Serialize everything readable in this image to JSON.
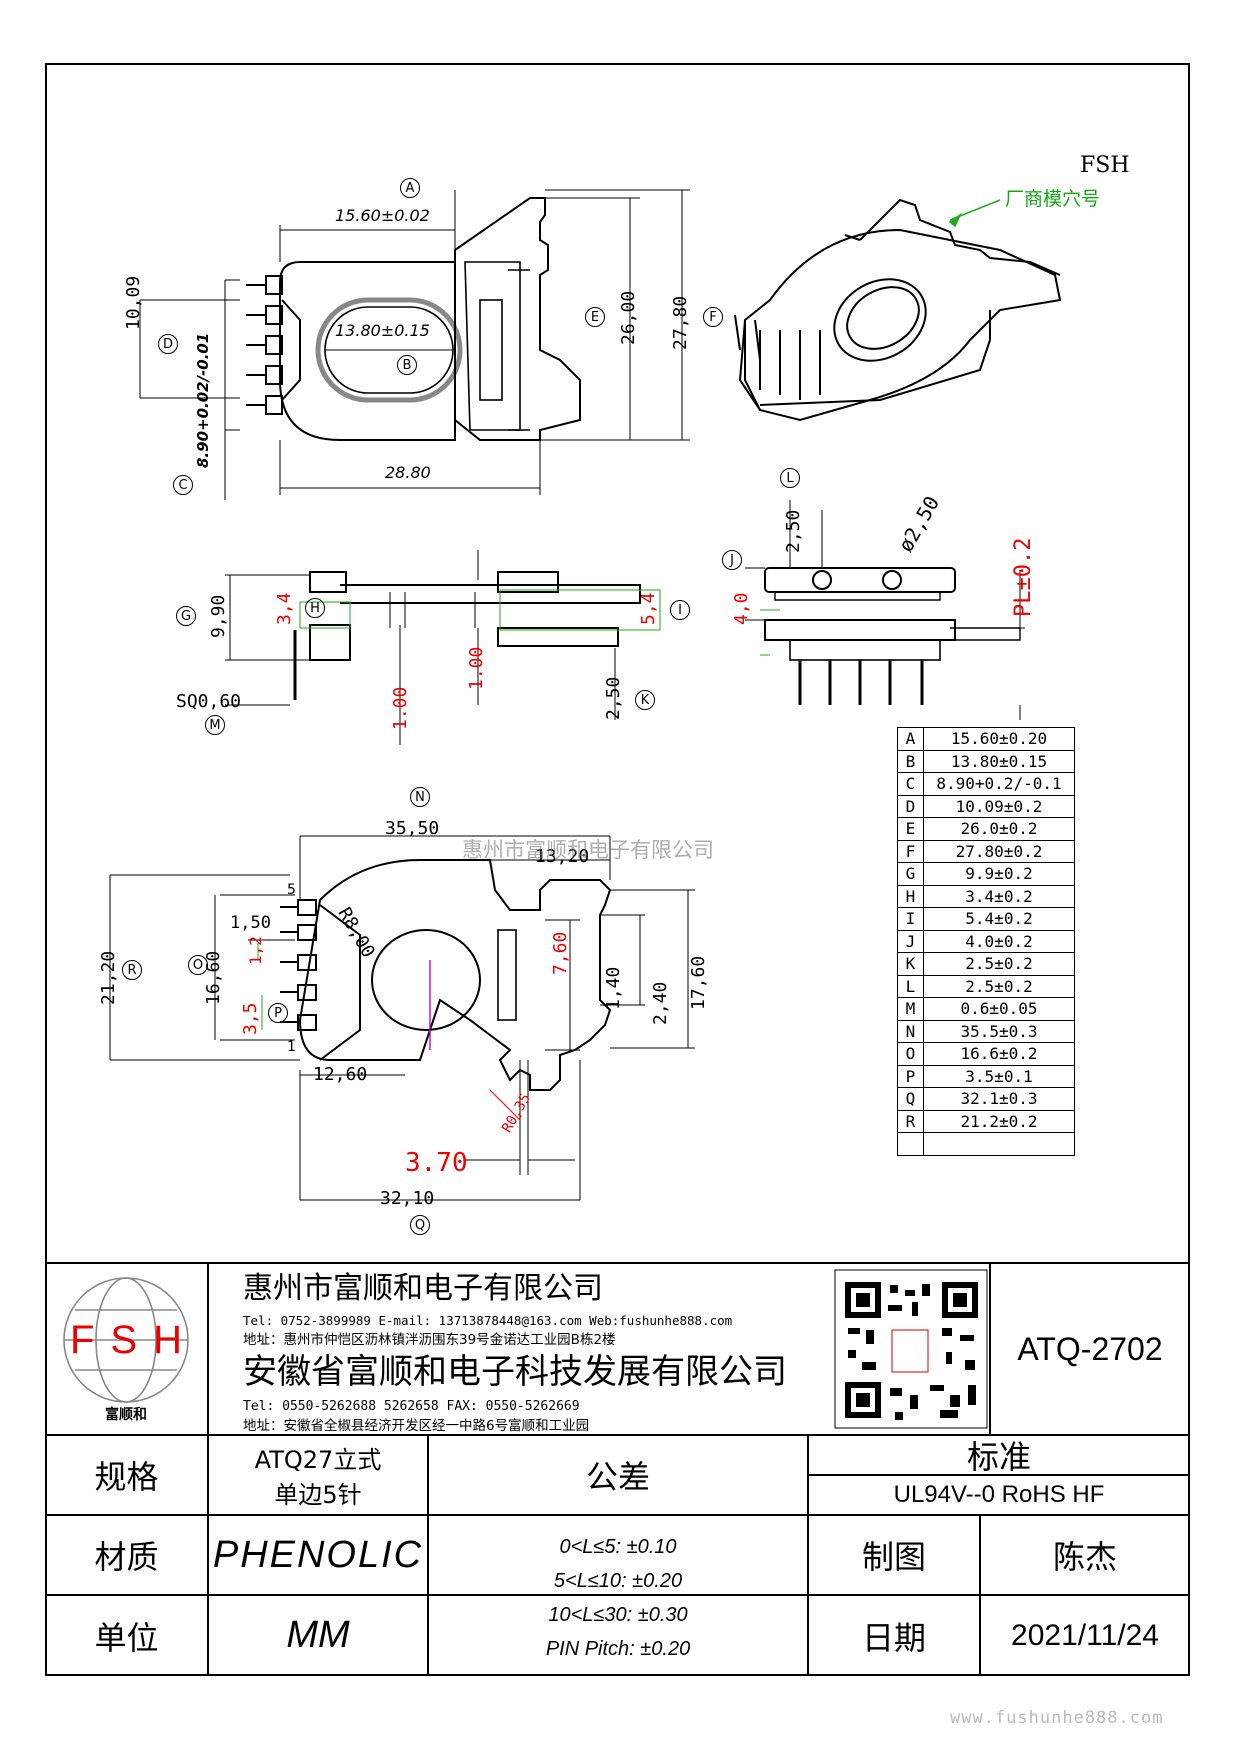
{
  "brand_mark": "FSH",
  "vendor_label": "厂商模穴号",
  "dimensions_table": [
    {
      "key": "A",
      "value": "15.60±0.20"
    },
    {
      "key": "B",
      "value": "13.80±0.15"
    },
    {
      "key": "C",
      "value": "8.90+0.2/-0.1"
    },
    {
      "key": "D",
      "value": "10.09±0.2"
    },
    {
      "key": "E",
      "value": "26.0±0.2"
    },
    {
      "key": "F",
      "value": "27.80±0.2"
    },
    {
      "key": "G",
      "value": "9.9±0.2"
    },
    {
      "key": "H",
      "value": "3.4±0.2"
    },
    {
      "key": "I",
      "value": "5.4±0.2"
    },
    {
      "key": "J",
      "value": "4.0±0.2"
    },
    {
      "key": "K",
      "value": "2.5±0.2"
    },
    {
      "key": "L",
      "value": "2.5±0.2"
    },
    {
      "key": "M",
      "value": "0.6±0.05"
    },
    {
      "key": "N",
      "value": "35.5±0.3"
    },
    {
      "key": "O",
      "value": "16.6±0.2"
    },
    {
      "key": "P",
      "value": "3.5±0.1"
    },
    {
      "key": "Q",
      "value": "32.1±0.3"
    },
    {
      "key": "R",
      "value": "21.2±0.2"
    },
    {
      "key": "",
      "value": ""
    }
  ],
  "drawing_labels": {
    "top_a": "15.60±0.02",
    "top_b": "13.80±0.15",
    "top_width": "28.80",
    "top_d": "10,09",
    "top_c": "8.90+0.02/-0.01",
    "top_e": "26,00",
    "top_f": "27,80",
    "side_g": "9,90",
    "side_h": "3,4",
    "side_i": "5,4",
    "side_100a": "1.00",
    "side_100b": "1.00",
    "side_k": "2,50",
    "side_m": "SQ0,60",
    "front_l": "2,50",
    "front_dia": "ø2,50",
    "front_j": "4,0",
    "front_pl": "PL±0.2",
    "bot_n": "35,50",
    "bot_1320": "13,20",
    "bot_r8": "R8,00",
    "bot_150": "1,50",
    "bot_12": "1,2",
    "bot_1660": "16,60",
    "bot_2120": "21,20",
    "bot_35": "3,5",
    "bot_1260": "12,60",
    "bot_760": "7,60",
    "bot_140": "1,40",
    "bot_240": "2,40",
    "bot_1760": "17,60",
    "bot_r035": "R0,35",
    "bot_370": "3.70",
    "bot_3210": "32,10",
    "pin5": "5",
    "pin1": "1",
    "watermark": "惠州市富顺和电子有限公司"
  },
  "title_block": {
    "logo_text": "FSH",
    "logo_sub": "富顺和",
    "company1": "惠州市富顺和电子有限公司",
    "contact1": "Tel: 0752-3899989  E-mail: 13713878448@163.com   Web:fushunhe888.com",
    "address1": "地址：惠州市仲恺区沥林镇泮沥围东39号金诺达工业园B栋2楼",
    "company2": "安徽省富顺和电子科技发展有限公司",
    "contact2": "Tel: 0550-5262688  5262658      FAX: 0550-5262669",
    "address2": "地址：安徽省全椒县经济开发区经一中路6号富顺和工业园",
    "part_no": "ATQ-2702",
    "spec_label": "规格",
    "spec_value_1": "ATQ27立式",
    "spec_value_2": "单边5针",
    "tolerance_label": "公差",
    "standard_label": "标准",
    "standard_value": "UL94V--0  RoHS HF",
    "material_label": "材质",
    "material_value": "PHENOLIC",
    "tol_1": "0<L≤5: ±0.10",
    "tol_2": "5<L≤10: ±0.20",
    "tol_3": "10<L≤30: ±0.30",
    "tol_4": "PIN Pitch: ±0.20",
    "drawer_label": "制图",
    "drawer_value": "陈杰",
    "unit_label": "单位",
    "unit_value": "MM",
    "date_label": "日期",
    "date_value": "2021/11/24"
  },
  "footer_url": "www.fushunhe888.com"
}
